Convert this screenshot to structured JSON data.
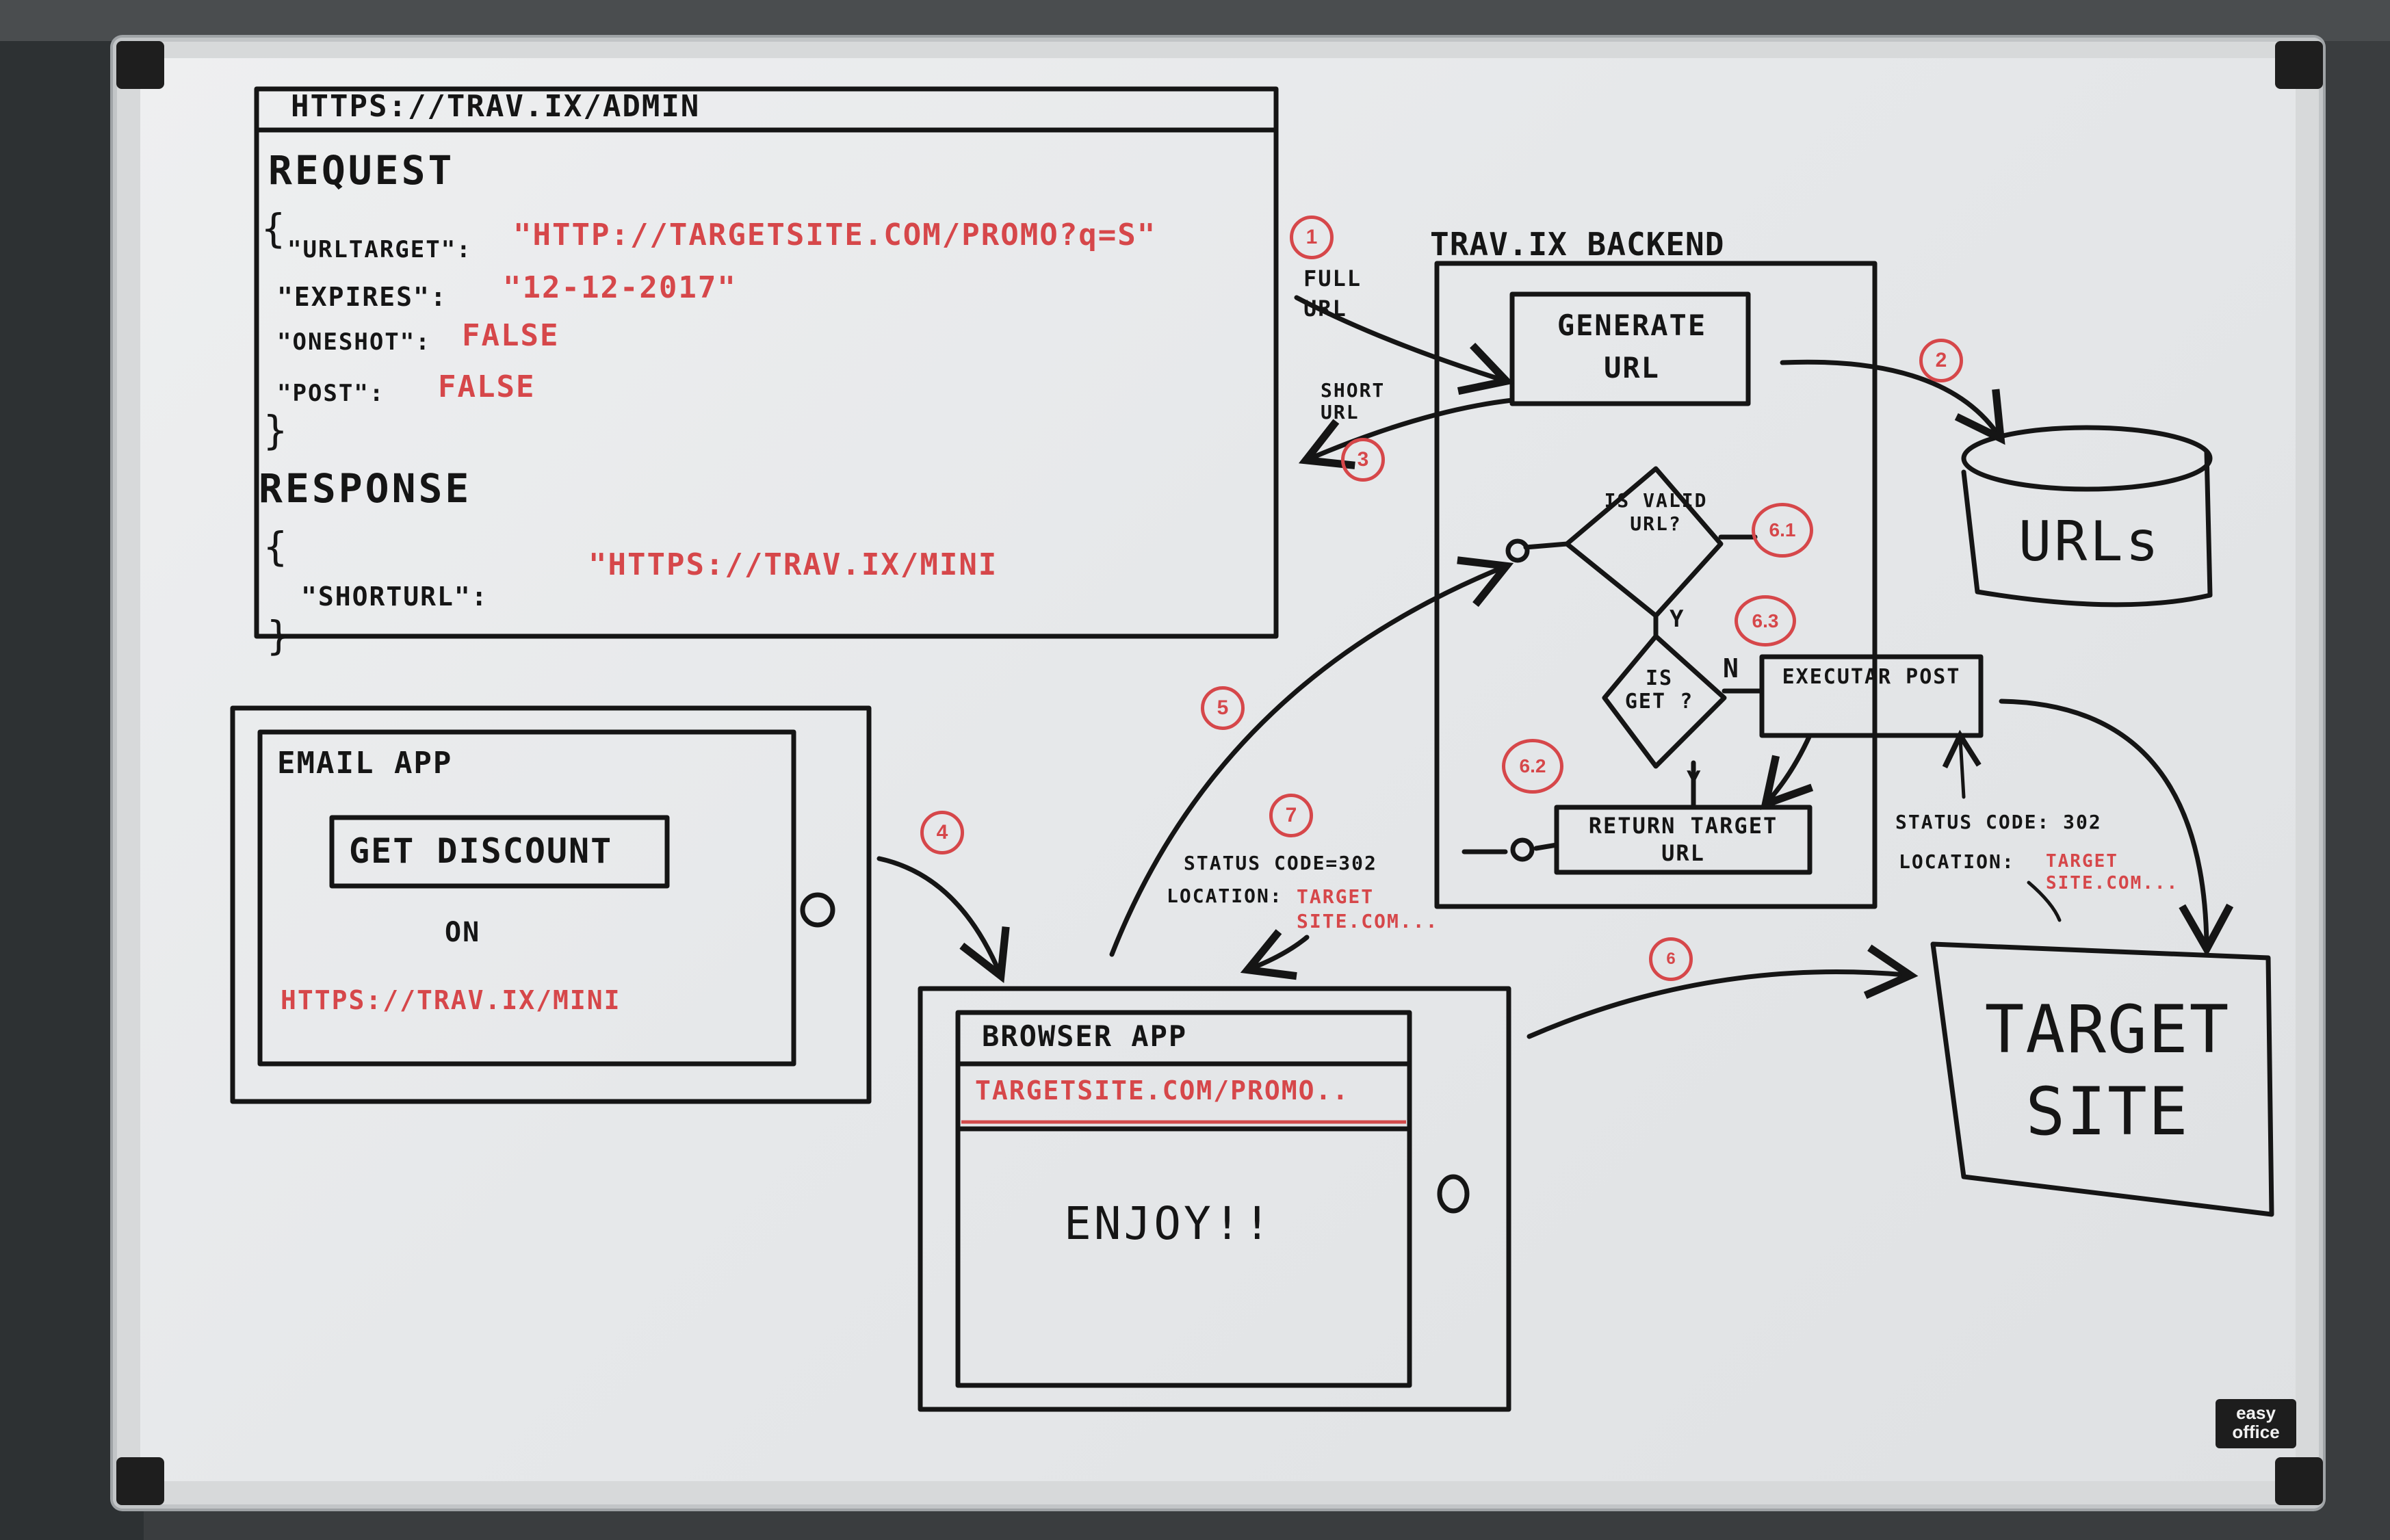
{
  "admin_panel": {
    "url": "HTTPS://TRAV.IX/ADMIN",
    "request_label": "REQUEST",
    "open_brace": "{",
    "close_brace": "}",
    "urltarget_key": "\"URLTARGET\":",
    "urltarget_value": "\"HTTP://TARGETSITE.COM/PROMO?q=S\"",
    "expires_key": "\"EXPIRES\":",
    "expires_value": "\"12-12-2017\"",
    "oneshot_key": "\"ONESHOT\":",
    "oneshot_value": "FALSE",
    "post_key": "\"POST\":",
    "post_value": "FALSE",
    "response_label": "RESPONSE",
    "shorturl_key": "\"SHORTURL\":",
    "shorturl_value": "\"HTTPS://TRAV.IX/MINI"
  },
  "backend": {
    "title": "TRAV.IX BACKEND",
    "generate_url": "GENERATE URL",
    "is_valid_url": "IS VALID URL?",
    "is_get": "IS GET ?",
    "executar_post": "EXECUTAR POST",
    "return_target_url": "RETURN TARGET URL",
    "yes": "Y",
    "no": "N"
  },
  "arrow_labels": {
    "full_url": "FULL URL",
    "short_url": "SHORT URL"
  },
  "storage": {
    "label": "URLs"
  },
  "email_app": {
    "title": "EMAIL APP",
    "button_label": "GET DISCOUNT",
    "on_label": "ON",
    "link": "HTTPS://TRAV.IX/MINI"
  },
  "browser_app": {
    "title": "BROWSER APP",
    "address": "TARGETSITE.COM/PROMO..",
    "content": "ENJOY!!"
  },
  "redirect_browser": {
    "status": "STATUS CODE=302",
    "location_label": "LOCATION:",
    "location_value": "TARGET SITE.COM..."
  },
  "redirect_target": {
    "status": "STATUS CODE: 302",
    "location_label": "LOCATION:",
    "location_value": "TARGET SITE.COM..."
  },
  "target_site": {
    "label": "TARGET SITE"
  },
  "steps": [
    "1",
    "2",
    "3",
    "4",
    "5",
    "6",
    "6.1",
    "6.2",
    "6.3",
    "7"
  ],
  "brand_logo": "easy office",
  "colors": {
    "ink": "#151515",
    "marker_red": "#d6474a",
    "board": "#e8e9ea"
  }
}
